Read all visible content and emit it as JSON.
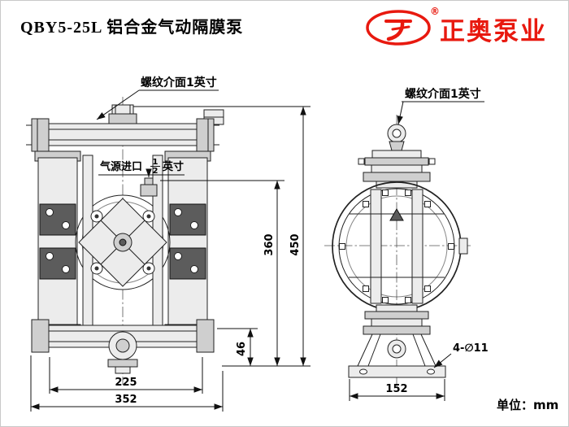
{
  "page": {
    "title": "QBY5-25L 铝合金气动隔膜泵",
    "unit_label": "单位：mm"
  },
  "logo": {
    "brand": "正奥泵业",
    "registered_mark": "®",
    "brand_color": "#e8190f"
  },
  "front_view": {
    "thread_label": "螺纹介面1英寸",
    "air_inlet": {
      "prefix": "气源进口",
      "numerator": "1",
      "denominator": "2",
      "suffix": "英寸"
    },
    "dims": {
      "body_height": "360",
      "total_height": "450",
      "base_height": "46",
      "port_span": "225",
      "total_width": "352"
    }
  },
  "side_view": {
    "thread_label": "螺纹介面1英寸",
    "dims": {
      "base_width": "152",
      "mount_holes": "4-∅11"
    }
  }
}
